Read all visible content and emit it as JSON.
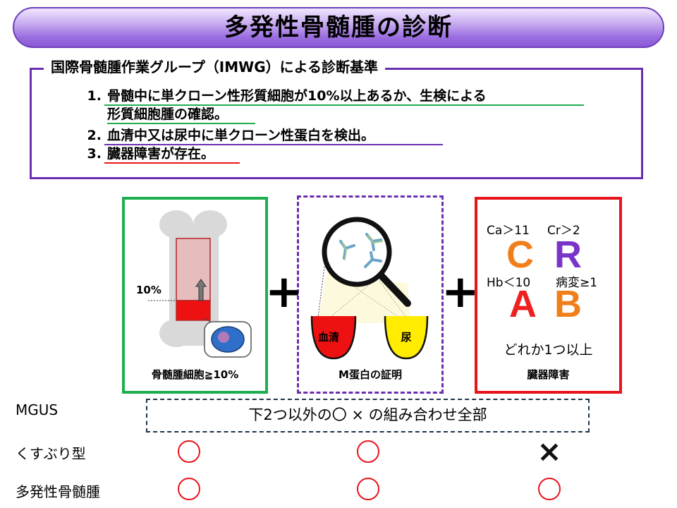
{
  "title": "多発性骨髄腫の診断",
  "criteria": {
    "heading": "国際骨髄腫作業グループ（IMWG）による診断基準",
    "items": [
      {
        "num": "1.",
        "line1": "骨髄中に単クローン性形質細胞が10%以上あるか、生検による",
        "line2": "形質細胞腫の確認。"
      },
      {
        "num": "2.",
        "line1": "血清中又は尿中に単クローン性蛋白を検出。"
      },
      {
        "num": "3.",
        "line1": "臓器障害が存在。"
      }
    ]
  },
  "panel_bone": {
    "marker": "10%",
    "caption": "骨髄腫細胞≧10%"
  },
  "plus": "+",
  "panel_mprotein": {
    "cup_left": "血清",
    "cup_right": "尿",
    "caption": "M蛋白の証明"
  },
  "panel_crab": {
    "c_label": "Ca＞11",
    "r_label": "Cr＞2",
    "c": "C",
    "r": "R",
    "a_label": "Hb＜10",
    "b_label": "病変≥1",
    "a": "A",
    "b": "B",
    "note": "どれか1つ以上",
    "caption": "臓器障害"
  },
  "rows": [
    {
      "label": "MGUS",
      "span_text": "下2つ以外の〇 × の組み合わせ全部"
    },
    {
      "label": "くすぶり型",
      "marks": [
        "○",
        "○",
        "×"
      ]
    },
    {
      "label": "多発性骨髄腫",
      "marks": [
        "○",
        "○",
        "○"
      ]
    }
  ],
  "colors": {
    "green": "#1fae4f",
    "purple": "#6a2fb0",
    "red": "#e8141c",
    "letter_orange": "#f07f1b",
    "letter_purple": "#7a35c8",
    "letter_red": "#ee2020"
  }
}
